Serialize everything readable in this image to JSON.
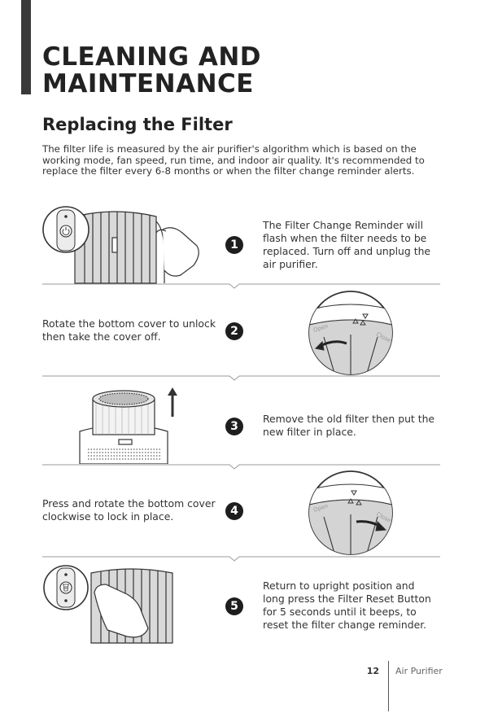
{
  "header": {
    "title_line1": "CLEANING AND",
    "title_line2": "MAINTENANCE",
    "subtitle": "Replacing the Filter",
    "intro": "The filter life is measured by the air purifier's algorithm which is based on the working mode, fan speed, run time, and indoor air quality. It's recommended to replace the filter every 6-8 months or when the filter change reminder alerts."
  },
  "steps": [
    {
      "number": "1",
      "text": "The Filter Change Reminder will flash when the filter needs to be replaced. Turn off and unplug the air purifier."
    },
    {
      "number": "2",
      "text": "Rotate the bottom cover to unlock then take the cover off."
    },
    {
      "number": "3",
      "text": "Remove the old filter then put the new filter in place."
    },
    {
      "number": "4",
      "text": "Press and rotate the bottom cover clockwise to lock in place."
    },
    {
      "number": "5",
      "text": "Return to upright position and long press the Filter Reset Button for 5 seconds until it beeps, to reset the filter change reminder."
    }
  ],
  "illustrations": {
    "open_label": "Open",
    "close_label": "Close"
  },
  "footer": {
    "page_number": "12",
    "product_name": "Air Purifier"
  }
}
